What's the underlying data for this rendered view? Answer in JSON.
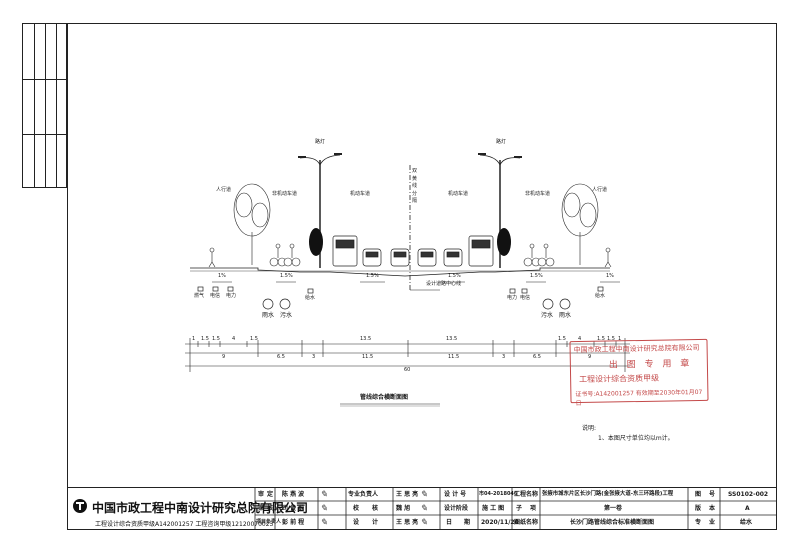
{
  "drawing": {
    "title": "管线综合横断面图",
    "notes_label": "说明:",
    "notes": [
      "1、本图尺寸单位均以m计。"
    ],
    "labels": {
      "streetlight_left": "路灯",
      "streetlight_right": "路灯",
      "sidewalk_left": "人行道",
      "sidewalk_right": "人行道",
      "nonmotor_left": "非机动车道",
      "nonmotor_right": "非机动车道",
      "motor_left": "机动车道",
      "motor_right": "机动车道",
      "median": "双黄线分隔",
      "centerline": "设计道路中心线",
      "pipes_left": [
        "燃气",
        "电信",
        "电力"
      ],
      "pipes_left2": "给水",
      "pipes_right": [
        "电力",
        "电信"
      ],
      "pipes_right2": "给水",
      "rain_left": "雨水",
      "sewage_left": "污水",
      "rain_right": "雨水",
      "sewage_right": "污水",
      "slope_1": "1%",
      "slope_2": "1.5%",
      "slope_3": "1.5%",
      "slope_4": "1.5%",
      "slope_5": "1.5%",
      "slope_6": "1%"
    },
    "dims_top": [
      "1",
      "1.5",
      "1.5",
      "4",
      "1.5",
      "13.5",
      "13.5",
      "1.5",
      "4",
      "1.5",
      "1.5",
      "1"
    ],
    "dims_mid": [
      "9",
      "6.5",
      "3",
      "11.5",
      "11.5",
      "3",
      "6.5",
      "9"
    ],
    "dims_total": "60"
  },
  "stamp": {
    "org": "中国市政工程中南设计研究总院有限公司",
    "kind": "出 图 专 用 章",
    "qual": "工程设计综合资质甲级",
    "cert": "证书号:A142001257  有效期至2030年01月07日"
  },
  "company": {
    "name": "中国市政工程中南设计研究总院有限公司",
    "sub": "工程设计综合资质甲级A142001257 工程咨询甲级12120070023"
  },
  "title_block": {
    "r1": [
      "审",
      "定",
      "陈 燕 波",
      "专业负责人",
      "王 思 亮",
      "设 计 号",
      "市04-2018046",
      "工程名称",
      "张掖市城东片区长沙门路(金张掖大道-东三环路段)工程",
      "图",
      "号",
      "SS0102-002"
    ],
    "r2": [
      "审",
      "核",
      "司 俊 蔚",
      "校",
      "核",
      "魏 旭",
      "设计阶段",
      "施 工 图",
      "子",
      "项",
      "第一卷",
      "版",
      "本",
      "A"
    ],
    "r3": [
      "项目负责人",
      "彭 前 程",
      "设",
      "计",
      "王 思 亮",
      "日",
      "期",
      "2020/11/20",
      "图纸名称",
      "长沙门路管线综合标准横断面图",
      "专",
      "业",
      "给水"
    ]
  }
}
